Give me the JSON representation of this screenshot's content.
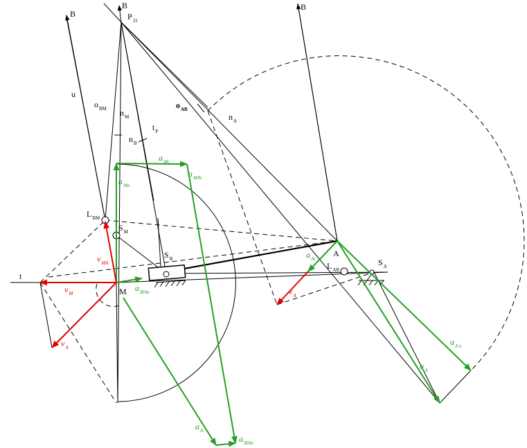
{
  "colors": {
    "velocity": "#e00000",
    "acceleration": "#22a022",
    "lines": "#000000"
  },
  "labels": {
    "B_left": "B",
    "B_top": "B",
    "B_right": "B",
    "P31": {
      "main": "P",
      "sub": "31"
    },
    "u": "u",
    "o_BM": {
      "main": "o",
      "sub": "BM"
    },
    "n_M": {
      "main": "n",
      "sub": "M"
    },
    "t_P": {
      "main": "t",
      "sub": "P"
    },
    "n_B": {
      "main": "n",
      "sub": "B"
    },
    "o_AB": {
      "main": "o",
      "sub": "AB"
    },
    "n_A": {
      "main": "n",
      "sub": "A"
    },
    "L_BM": {
      "main": "L",
      "sub": "BM"
    },
    "S_M": {
      "main": "S",
      "sub": "M"
    },
    "S_B": {
      "main": "S",
      "sub": "B"
    },
    "A": "A",
    "L_AB": {
      "main": "L",
      "sub": "AB"
    },
    "S_A": {
      "main": "S",
      "sub": "A"
    },
    "t": "t",
    "M": "M"
  },
  "vectors": {
    "a_Mt": {
      "main": "a",
      "sub": "Mt"
    },
    "a_MAt": {
      "main": "a",
      "sub": "MAt"
    },
    "a_Mn": {
      "main": "a",
      "sub": "Mn"
    },
    "a_MAn_mid": {
      "main": "a",
      "sub": "MAn"
    },
    "a_At": {
      "main": "a",
      "sub": "At"
    },
    "a_An": {
      "main": "a",
      "sub": "A n"
    },
    "a_A_right": {
      "main": "a",
      "sub": "A"
    },
    "a_A_bottom": {
      "main": "a",
      "sub": "A"
    },
    "a_MAn_bottom": {
      "main": "a",
      "sub": "MAn"
    },
    "v_MA": {
      "main": "v",
      "sub": "MA"
    },
    "v_M": {
      "main": "v",
      "sub": "M"
    },
    "v_A_left": {
      "main": "v",
      "sub": "A"
    },
    "v_A_right": {
      "main": "v",
      "sub": "A"
    }
  }
}
